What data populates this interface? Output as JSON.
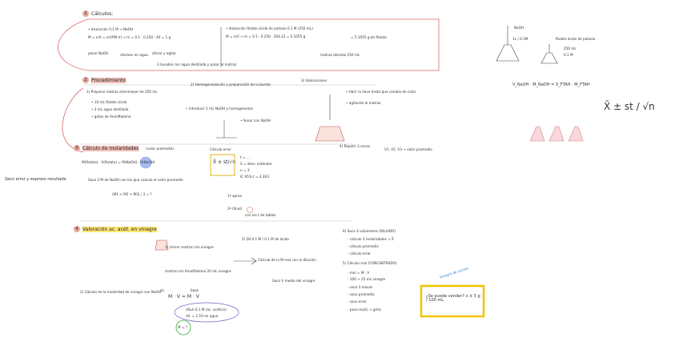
{
  "section1": {
    "num": "1",
    "title": "Cálculos:"
  },
  "calc_left": {
    "line1": "• disolución 0.1 M → NaOH",
    "formula": "M = n/V = m/(PM·V) → m = 0.1 · 0.250 · 40 = 1 g",
    "step_a": "pesar NaOH",
    "step_b": "disolver en agua",
    "step_c": "aforar y agitar",
    "note": "3 lavados con agua destilada y pasar al matraz"
  },
  "calc_right": {
    "line1": "• disolución ftalato ácido de potasio 0.1 M (250 mL)",
    "formula": "M = n/V → m = 0.1 · 0.250 · 204.22 = 5.1055 g",
    "result": "= 5.1055 g de ftalato",
    "note": "matraz aforado 250 mL"
  },
  "section2": {
    "num": "2",
    "title": "Procedimiento"
  },
  "proc": {
    "s1": "1) Preparar matraz erlenmeyer de 250 mL",
    "s1a": "• 10 mL ftalato ácido",
    "s1b": "• 2 mL agua destilada",
    "s1c": "• gotas de fenolftaleína",
    "s2": "2) Homogeneización y preparación de la bureta",
    "s2a": "• introducir 1 mL NaOH y homogeneizar",
    "s2b": "• llenar con NaOH",
    "s3": "3) Valoraciones",
    "s3a": "• Abrir la llave hasta que cambie de color",
    "s3b": "• agitando el matraz",
    "s4": "4) Repetir 3 veces",
    "s4a": "V1, V2, V3 → valor promedio"
  },
  "section3": {
    "num": "3",
    "title": "Cálculo de molaridades",
    "subtitle": "(valor promedio)"
  },
  "mol": {
    "formula": "M(ftalato) · V(ftalato) = M(NaOH) · V(NaOH)",
    "desc": "Saco 3 M de NaOH con los que calculo el valor promedio",
    "avg": "(M1 + M2 + M3) / 3 = ?",
    "side": "Saco error y expreso resultado"
  },
  "error": {
    "title": "Cálculo error",
    "formula": "X̄ ± st/√n",
    "lines": [
      "t = ...",
      "S = desv. estándar",
      "n = 3",
      "IC 95% t = 4.303"
    ],
    "approx": "1ª aprox.",
    "final": "2ª (final)",
    "note": "con los t de tablas"
  },
  "section4": {
    "num": "4",
    "title": "Valoración ac. acét. en vinagre"
  },
  "vin": {
    "s1": "1) Llenar matraz con vinagre",
    "s2": "matraz con fenolftaleína 20 mL vinagre",
    "s3": "2) Cálculo de la molaridad de vinagre con NaOH",
    "formula": "M · V = M · V",
    "ac": "ác.",
    "base": "base",
    "circle": "M = ?",
    "mid1": "diluir 0.1 M (ac. acético)",
    "mid2": "dil. = 1:10 en agua",
    "step5": "5) Dil 0.1 M / 0.1 M de ácido",
    "step5a": "Cálculo de la M real con la dilución",
    "step5b": "Saco V medio del vinagre"
  },
  "sec6": {
    "title": "6) Saco 3 volúmenes (DILUIDO)",
    "a": "- cálculo 3 molaridades → X̄",
    "b": "- cálculo promedio",
    "c": "- cálculo error",
    "title2": "5) Cálculo real (CONCENTRADO)",
    "d": "- mol = M · V",
    "e": "- 100 → 25 mL vinagre",
    "f": "- saco 3 masas",
    "g": "- saco promedio",
    "h": "- saco error",
    "i": "- paso mol/L → g/mL",
    "blue": "Vinagre de cocina",
    "box": "¿Se puede vender?  x ± 5 g / 100 mL"
  },
  "right": {
    "naoh": "NaOH",
    "conc": "1L / 0.1M",
    "ftal": "ftalato ácido de potasio",
    "ftal2": "250 mL",
    "ftal3": "0.1 M",
    "eq": "V_NaOH · M_NaOH = V_FTAH · M_FTAH",
    "big": "X̄ ± st / √n"
  }
}
